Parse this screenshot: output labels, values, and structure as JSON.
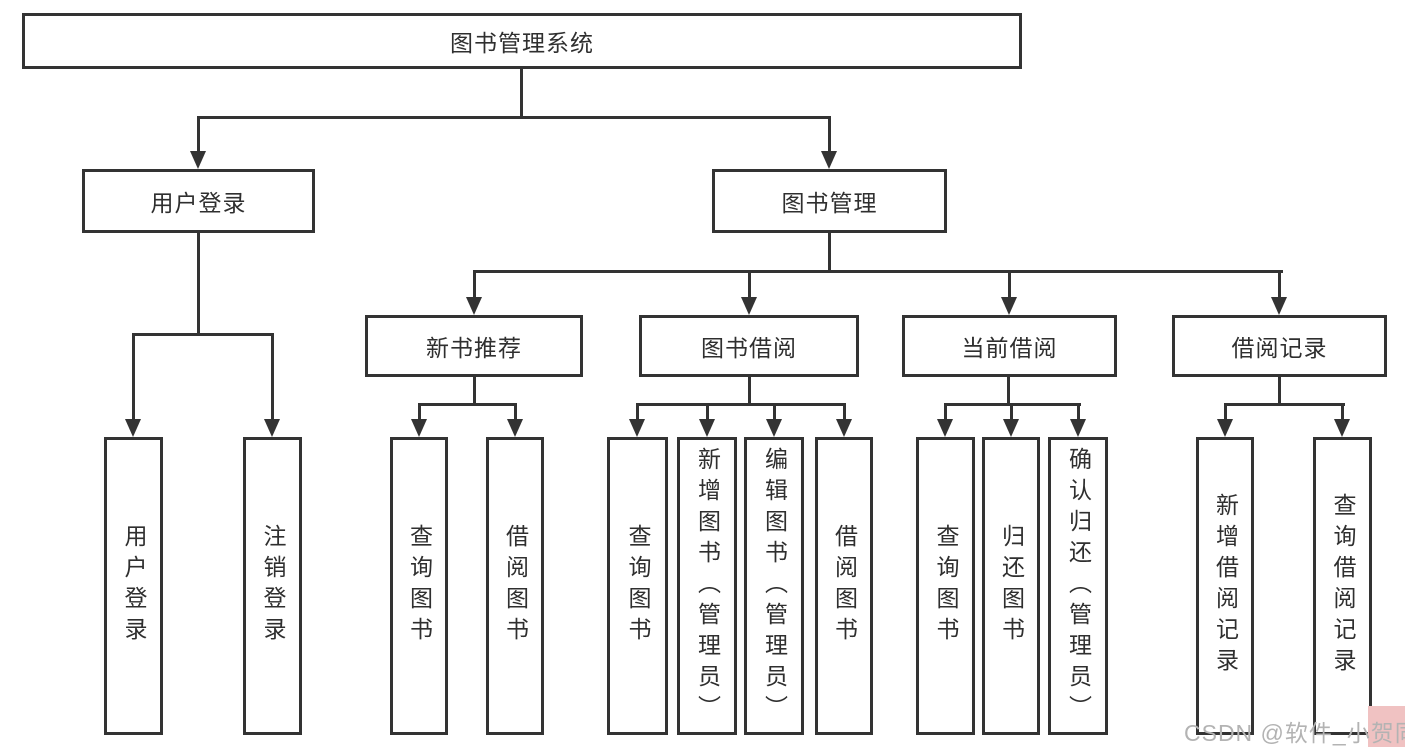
{
  "root": {
    "label": "图书管理系统",
    "children": [
      {
        "label": "用户登录",
        "children": [
          {
            "label": "用户登录"
          },
          {
            "label": "注销登录"
          }
        ]
      },
      {
        "label": "图书管理",
        "children": [
          {
            "label": "新书推荐",
            "children": [
              {
                "label": "查询图书"
              },
              {
                "label": "借阅图书"
              }
            ]
          },
          {
            "label": "图书借阅",
            "children": [
              {
                "label": "查询图书"
              },
              {
                "label": "新增图书（管理员）"
              },
              {
                "label": "编辑图书（管理员）"
              },
              {
                "label": "借阅图书"
              }
            ]
          },
          {
            "label": "当前借阅",
            "children": [
              {
                "label": "查询图书"
              },
              {
                "label": "归还图书"
              },
              {
                "label": "确认归还（管理员）"
              }
            ]
          },
          {
            "label": "借阅记录",
            "children": [
              {
                "label": "新增借阅记录"
              },
              {
                "label": "查询借阅记录"
              }
            ]
          }
        ]
      }
    ]
  },
  "watermark": {
    "text": "CSDN @软件_小贺同学"
  },
  "colors": {
    "background": "#ffffff",
    "line": "#333333",
    "box_border": "#333333",
    "text": "#2f2f2f",
    "watermark_text": "#b3b3b3",
    "watermark_bg": "#f0c2c2"
  }
}
